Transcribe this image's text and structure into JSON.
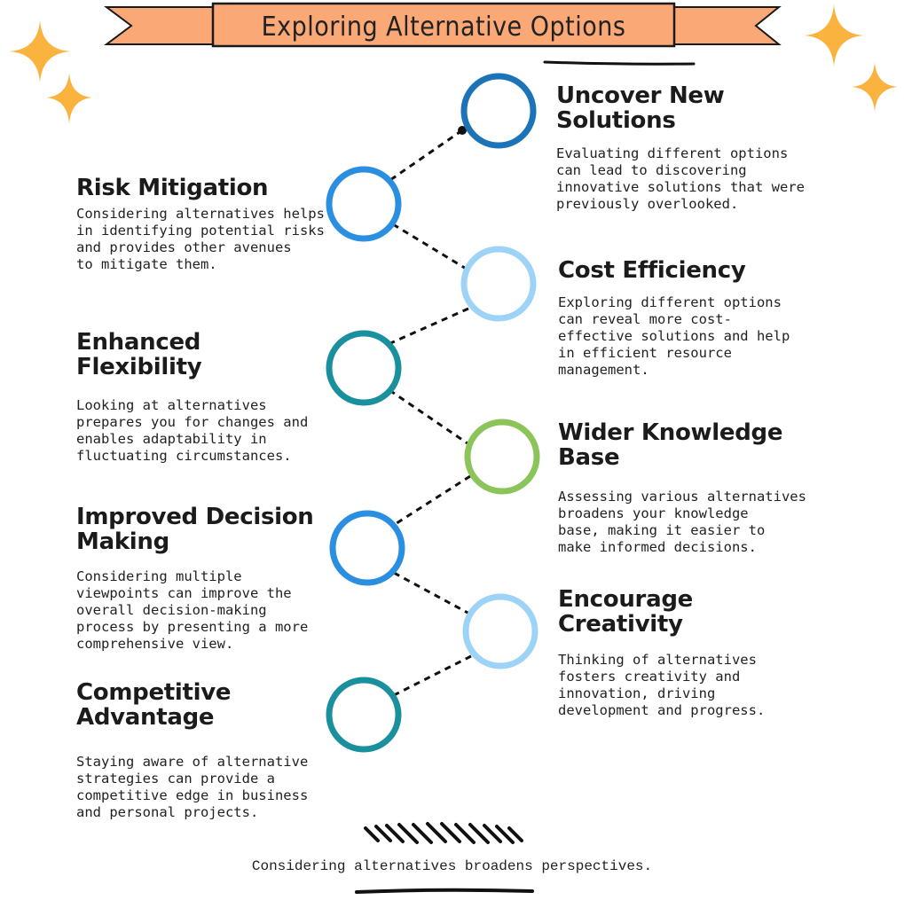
{
  "title": "Exploring Alternative Options",
  "footer": "Considering alternatives broadens perspectives.",
  "colors": {
    "banner_fill": "#FBA877",
    "banner_stroke": "#1a1a1a",
    "sparkle": "#FBB340",
    "dark_blue": "#1C73B8",
    "blue": "#2A8FE0",
    "light_blue": "#9ED3F8",
    "teal": "#1A8F9E",
    "green": "#8BC55A"
  },
  "items": [
    {
      "title_lines": [
        "Uncover New",
        "Solutions"
      ],
      "desc_lines": [
        "Evaluating different options",
        "can lead to discovering",
        "innovative solutions that were",
        "previously overlooked."
      ]
    },
    {
      "title_lines": [
        "Risk Mitigation"
      ],
      "desc_lines": [
        "Considering alternatives helps",
        "in identifying potential risks",
        "and provides other avenues",
        "to mitigate them."
      ]
    },
    {
      "title_lines": [
        "Cost Efficiency"
      ],
      "desc_lines": [
        "Exploring different options",
        "can reveal more cost-",
        "effective solutions and help",
        "in efficient resource",
        "management."
      ]
    },
    {
      "title_lines": [
        "Enhanced",
        "Flexibility"
      ],
      "desc_lines": [
        "Looking at alternatives",
        "prepares you for changes and",
        "enables adaptability in",
        "fluctuating circumstances."
      ]
    },
    {
      "title_lines": [
        "Wider Knowledge",
        "Base"
      ],
      "desc_lines": [
        "Assessing various alternatives",
        "broadens your knowledge",
        "base, making it easier to",
        "make informed decisions."
      ]
    },
    {
      "title_lines": [
        "Improved Decision",
        "Making"
      ],
      "desc_lines": [
        "Considering multiple",
        "viewpoints can improve the",
        "overall decision-making",
        "process by presenting a more",
        "comprehensive view."
      ]
    },
    {
      "title_lines": [
        "Encourage",
        "Creativity"
      ],
      "desc_lines": [
        "Thinking of alternatives",
        "fosters creativity and",
        "innovation, driving",
        "development and progress."
      ]
    },
    {
      "title_lines": [
        "Competitive",
        "Advantage"
      ],
      "desc_lines": [
        "Staying aware of alternative",
        "strategies can provide a",
        "competitive edge in business",
        "and personal projects."
      ]
    }
  ]
}
